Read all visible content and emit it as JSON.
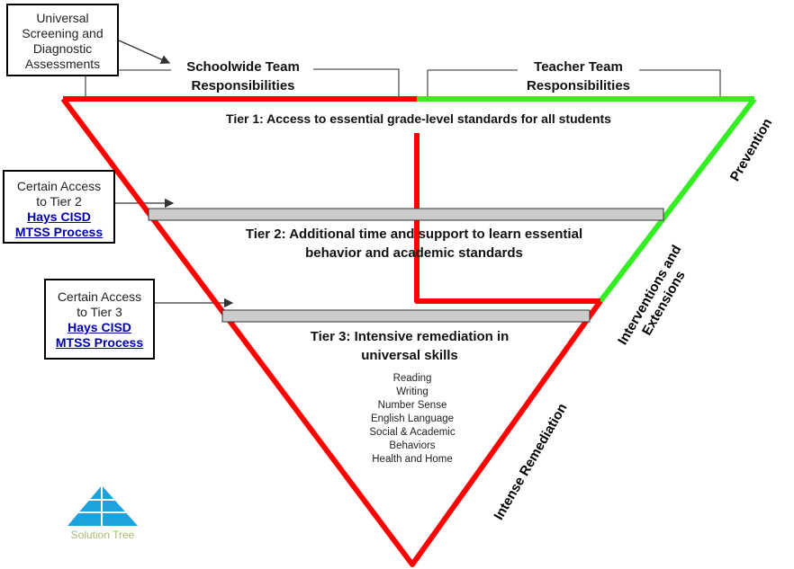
{
  "boxes": {
    "screening": [
      "Universal",
      "Screening and",
      "Diagnostic",
      "Assessments"
    ],
    "tier2": {
      "line1": "Certain Access",
      "line2": "to Tier 2",
      "link1": "Hays CISD",
      "link2": "MTSS Process"
    },
    "tier3": {
      "line1": "Certain Access",
      "line2": "to Tier 3",
      "link1": "Hays CISD",
      "link2": "MTSS Process"
    }
  },
  "headers": {
    "schoolwide": [
      "Schoolwide Team",
      "Responsibilities"
    ],
    "teacher": [
      "Teacher Team",
      "Responsibilities"
    ]
  },
  "tiers": {
    "tier1": "Tier 1: Access to essential grade-level standards for all students",
    "tier2": [
      "Tier 2: Additional time and support to learn essential",
      "behavior and academic standards"
    ],
    "tier3": [
      "Tier 3: Intensive remediation in",
      "universal skills"
    ]
  },
  "skills": [
    "Reading",
    "Writing",
    "Number Sense",
    "English Language",
    "Social & Academic",
    "Behaviors",
    "Health and Home"
  ],
  "side_labels": {
    "prevention": "Prevention",
    "interventions": [
      "Interventions and",
      "Extensions"
    ],
    "remediation": "Intense Remediation"
  },
  "logo": "Solution Tree",
  "colors": {
    "red": "#ff0000",
    "green": "#33ee22",
    "bar": "#cccccc",
    "link": "#0000aa",
    "logo": "#1aa3dd"
  }
}
